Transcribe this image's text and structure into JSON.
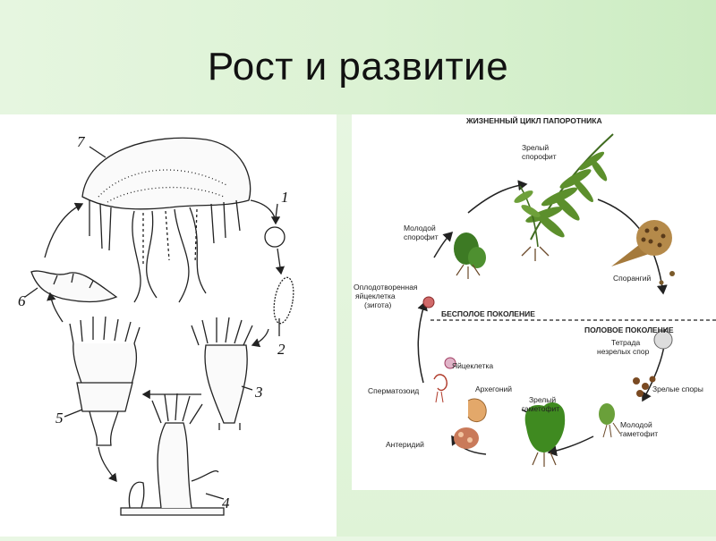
{
  "title": "Рост и развитие",
  "jellyfish_cycle": {
    "stage_labels": [
      "1",
      "2",
      "3",
      "4",
      "5",
      "6",
      "7"
    ]
  },
  "fern_cycle": {
    "title": "ЖИЗНЕННЫЙ ЦИКЛ ПАПОРОТНИКА",
    "labels": {
      "mature_sporophyte": [
        "Зрелый",
        "спорофит"
      ],
      "young_sporophyte": [
        "Молодой",
        "спорофит"
      ],
      "sporangium": "Спорангий",
      "fertilized_egg": [
        "Оплодотворенная",
        "яйцеклетка",
        "(зигота)"
      ],
      "asexual_generation": "БЕСПОЛОЕ ПОКОЛЕНИЕ",
      "sexual_generation": "ПОЛОВОЕ ПОКОЛЕНИЕ",
      "tetrad": [
        "Тетрада",
        "незрелых спор"
      ],
      "egg_cell": "Яйцеклетка",
      "archegonium": "Архегоний",
      "sperm": "Сперматозоид",
      "mature_spores": "Зрелые споры",
      "mature_gametophyte": [
        "Зрелый",
        "гаметофит"
      ],
      "young_gametophyte": [
        "Молодой",
        "гаметофит"
      ],
      "antheridium": "Антеридий"
    }
  }
}
